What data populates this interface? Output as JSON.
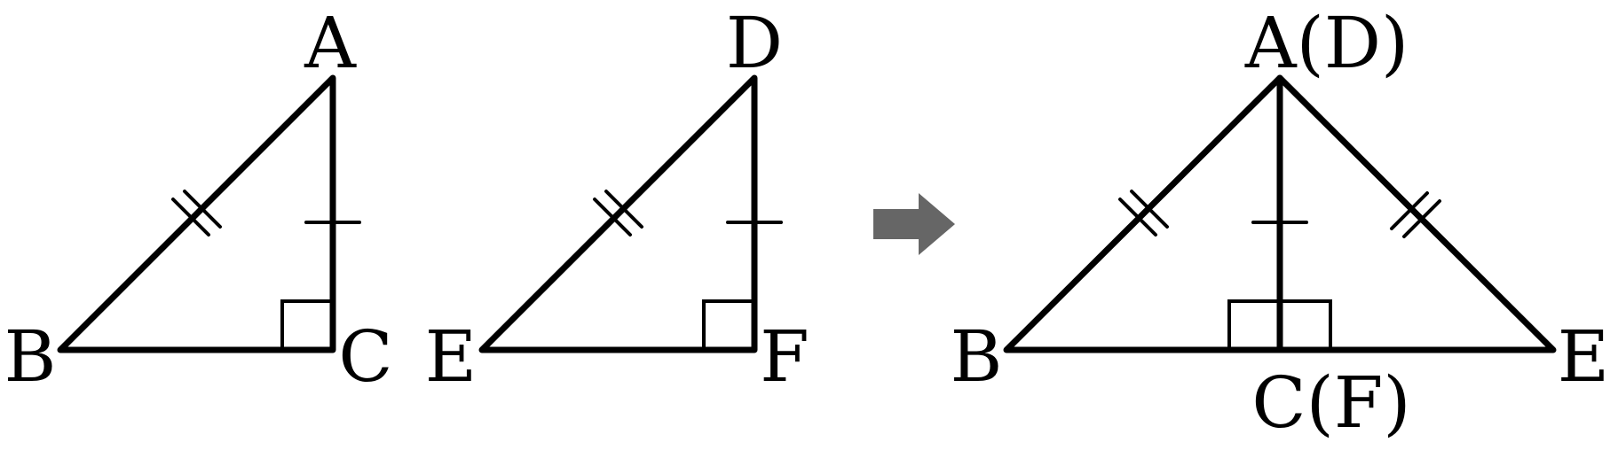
{
  "diagram": {
    "labels": {
      "A": "A",
      "B": "B",
      "C": "C",
      "D": "D",
      "E": "E",
      "F": "F",
      "A_D": "A(D)",
      "B2": "B",
      "C_F": "C(F)",
      "E2": "E"
    },
    "colors": {
      "stroke": "#000000",
      "arrow": "#666666",
      "background": "#ffffff"
    },
    "arrow_icon": "right-arrow-icon"
  }
}
